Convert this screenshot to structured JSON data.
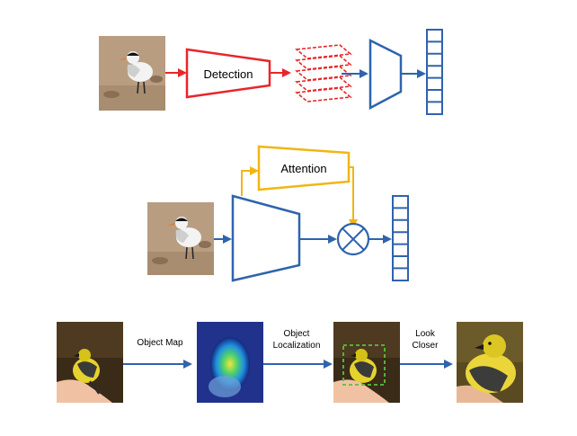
{
  "row1": {
    "detection_label": "Detection"
  },
  "row2": {
    "attention_label": "Attention"
  },
  "row3": {
    "step1_label": "Object Map",
    "step2_line1": "Object",
    "step2_line2": "Localization",
    "step3_line1": "Look",
    "step3_line2": "Closer"
  },
  "colors": {
    "detection_red": "#e8262a",
    "network_blue": "#2f63ad",
    "attention_orange": "#f2b514",
    "box_green": "#57c23a"
  }
}
